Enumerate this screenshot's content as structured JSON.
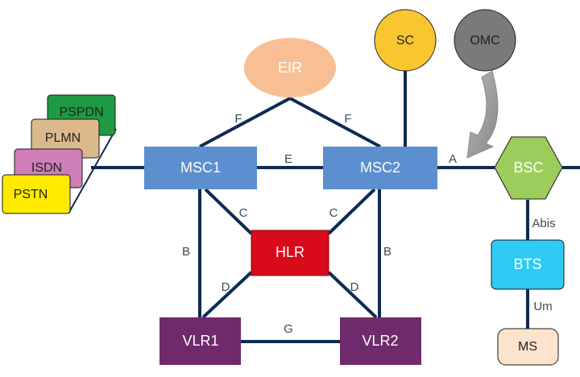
{
  "nodes": {
    "eir": "EIR",
    "sc": "SC",
    "omc": "OMC",
    "msc1": "MSC1",
    "msc2": "MSC2",
    "bsc": "BSC",
    "hlr": "HLR",
    "vlr1": "VLR1",
    "vlr2": "VLR2",
    "bts": "BTS",
    "ms": "MS",
    "pspdn": "PSPDN",
    "plmn": "PLMN",
    "isdn": "ISDN",
    "pstn": "PSTN"
  },
  "interfaces": {
    "f_left": "F",
    "f_right": "F",
    "e": "E",
    "a": "A",
    "c_left": "C",
    "c_right": "C",
    "b_left": "B",
    "b_right": "B",
    "d_left": "D",
    "d_right": "D",
    "g": "G",
    "abis": "Abis",
    "um": "Um"
  },
  "colors": {
    "line": "#0f2a52",
    "msc": "#5b8fcf",
    "eir": "#f7bf93",
    "sc": "#f9c630",
    "omc": "#7a7a7a",
    "bsc": "#9ccd5c",
    "hlr": "#d90a1a",
    "vlr": "#6f2a6b",
    "bts": "#2ecbf4",
    "ms": "#fce3cd",
    "pspdn": "#1e9a44",
    "plmn": "#dcb98c",
    "isdn": "#cf7eb8",
    "pstn": "#ffea00",
    "arrow": "#9a9a9a"
  }
}
